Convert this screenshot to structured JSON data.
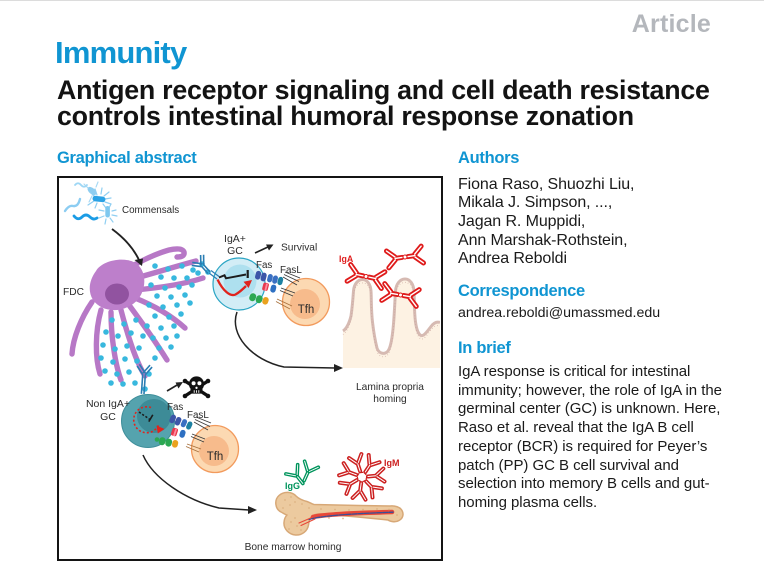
{
  "header": {
    "article_label": "Article",
    "journal": "Immunity",
    "title_lines": [
      "Antigen receptor signaling and cell death resistance",
      "controls intestinal humoral response zonation"
    ]
  },
  "graphical_abstract": {
    "heading": "Graphical abstract",
    "labels": {
      "commensals": "Commensals",
      "fdc": "FDC",
      "iga_gc_line1": "IgA+",
      "iga_gc_line2": "GC",
      "survival": "Survival",
      "fas_top": "Fas",
      "fasl_top": "FasL",
      "tfh_top": "Tfh",
      "iga": "IgA",
      "lamina_line1": "Lamina propria",
      "lamina_line2": "homing",
      "non_iga_line1": "Non IgA+",
      "non_iga_line2": "GC",
      "fas_bottom": "Fas",
      "fasl_bottom": "FasL",
      "tfh_bottom": "Tfh",
      "igg": "IgG",
      "igm": "IgM",
      "bone_marrow": "Bone marrow homing"
    }
  },
  "authors": {
    "heading": "Authors",
    "names_lines": [
      "Fiona Raso, Shuozhi Liu,",
      "Mikala J. Simpson, ...,",
      "Jagan R. Muppidi,",
      "Ann Marshak-Rothstein,",
      "Andrea Reboldi"
    ]
  },
  "correspondence": {
    "heading": "Correspondence",
    "email": "andrea.reboldi@umassmed.edu"
  },
  "in_brief": {
    "heading": "In brief",
    "lines": [
      "IgA response is critical for intestinal",
      "immunity; however, the role of IgA in the",
      "germinal center (GC) is unknown. Here,",
      "Raso et al. reveal that the IgA B cell",
      "receptor (BCR) is required for Peyer’s",
      "patch (PP) GC B cell survival and",
      "selection into memory B cells and gut-",
      "homing plasma cells."
    ]
  },
  "colors": {
    "accent_cyan": "#1095d2",
    "article_gray": "#b4b7bc",
    "iga_red": "#e01e1e",
    "igg_green": "#00945c",
    "fdc_purple": "#bd7fcb",
    "gc_blue": "#cdeaf4",
    "gc_teal": "#509fab",
    "tfh_orange": "#fcd9b2"
  }
}
